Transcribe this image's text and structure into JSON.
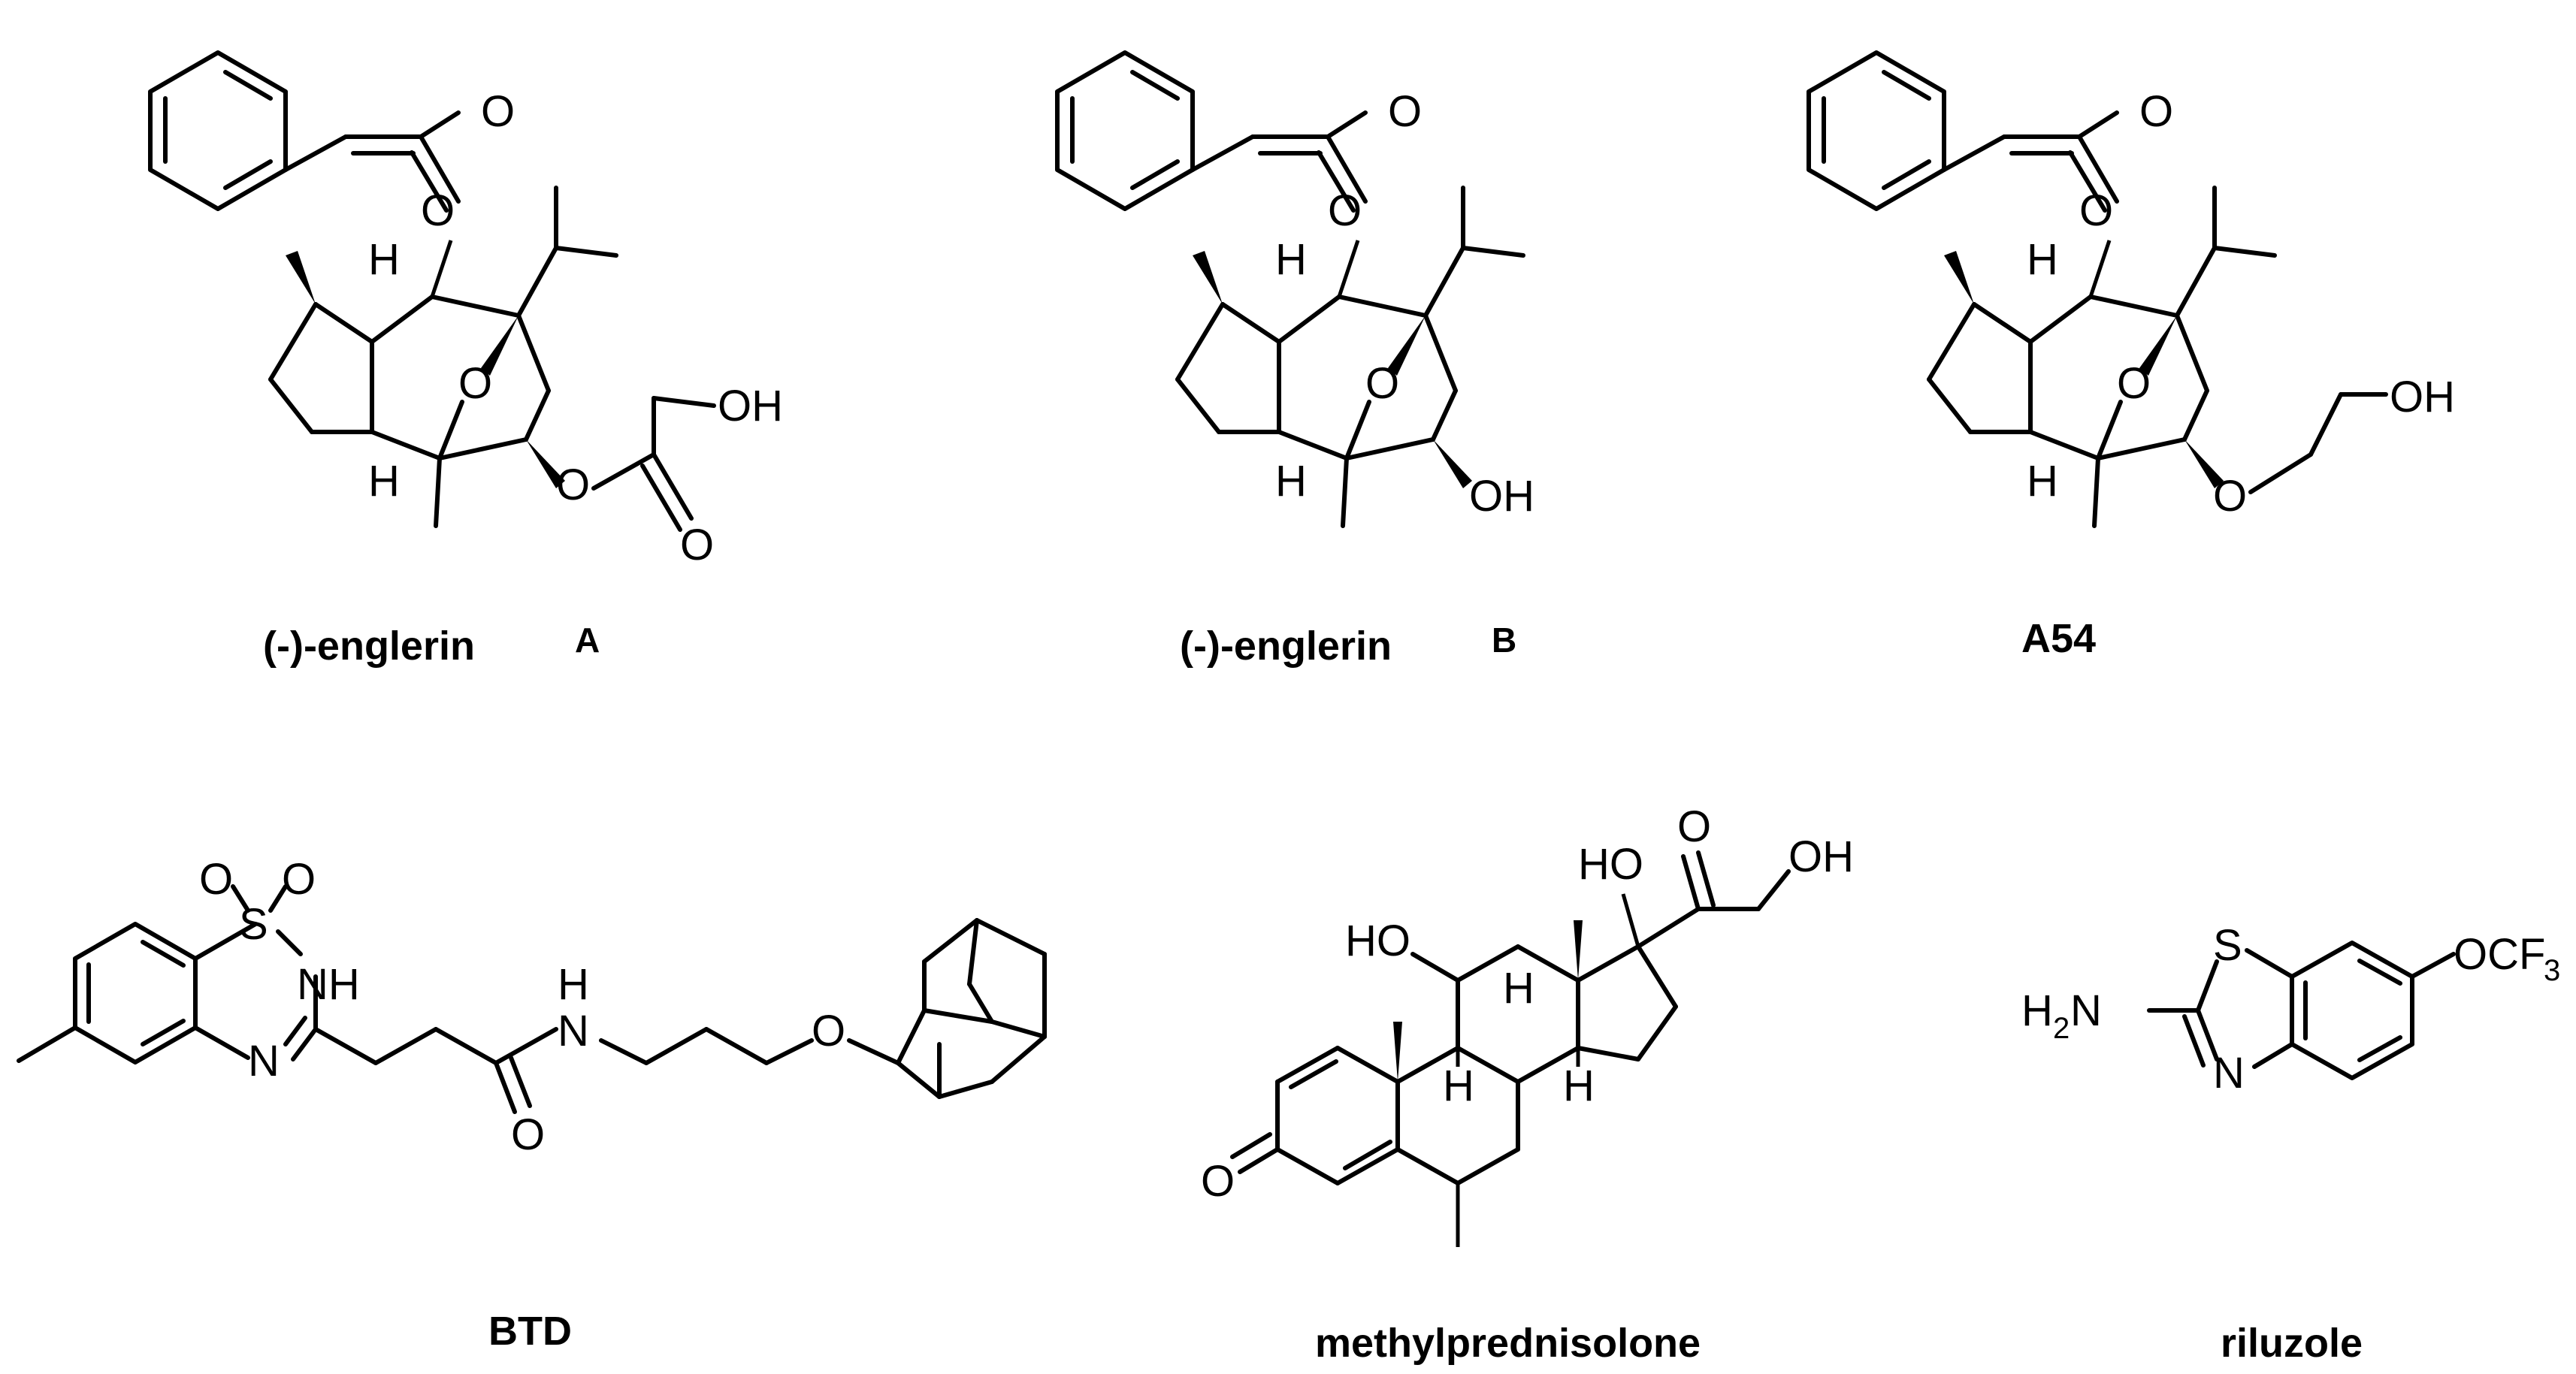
{
  "compounds": [
    {
      "name": "(-)-englerin",
      "suffix": "A",
      "atoms": {
        "ester_o": "O",
        "carbonyl_o": "O",
        "bridge_o": "O",
        "h_top": "H",
        "h_bottom": "H",
        "glycolate_o": "O",
        "glycolate_carbonyl_o": "O",
        "oh": "OH"
      }
    },
    {
      "name": "(-)-englerin",
      "suffix": "B",
      "atoms": {
        "ester_o": "O",
        "carbonyl_o": "O",
        "bridge_o": "O",
        "h_top": "H",
        "h_bottom": "H",
        "oh": "OH"
      }
    },
    {
      "name": "A54",
      "atoms": {
        "ester_o": "O",
        "carbonyl_o": "O",
        "bridge_o": "O",
        "h_top": "H",
        "h_bottom": "H",
        "ether_o": "O",
        "oh": "OH"
      }
    },
    {
      "name": "BTD",
      "atoms": {
        "s": "S",
        "o1": "O",
        "o2": "O",
        "nh": "NH",
        "n": "N",
        "amide_nh": "H",
        "amide_n": "N",
        "amide_o": "O",
        "ether_o": "O"
      }
    },
    {
      "name": "methylprednisolone",
      "atoms": {
        "ho_11": "HO",
        "ho_17": "HO",
        "ketone_o": "O",
        "oh_21": "OH",
        "o_3": "O",
        "h_8": "H",
        "h_9": "H",
        "h_14": "H"
      }
    },
    {
      "name": "riluzole",
      "atoms": {
        "s": "S",
        "n": "N",
        "h2n": "H",
        "h2n_sub": "2",
        "h2n_n": "N",
        "ocf": "OCF",
        "ocf_sub": "3"
      }
    }
  ]
}
